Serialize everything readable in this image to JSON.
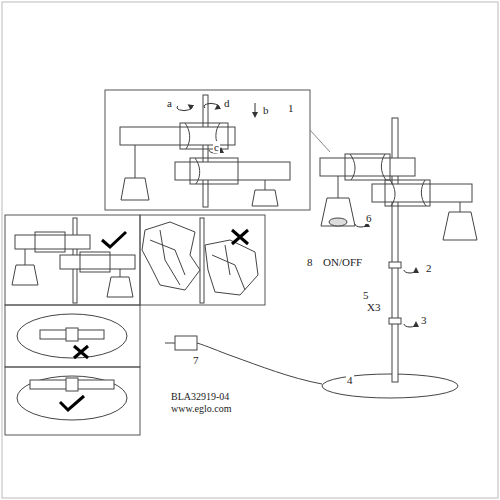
{
  "diagram": {
    "labels": [
      "a",
      "d",
      "b",
      "1",
      "c",
      "6",
      "8",
      "ON/OFF",
      "2",
      "5",
      "X3",
      "3",
      "4",
      "7",
      "BLA32919-04",
      "www.eglo.com"
    ]
  }
}
